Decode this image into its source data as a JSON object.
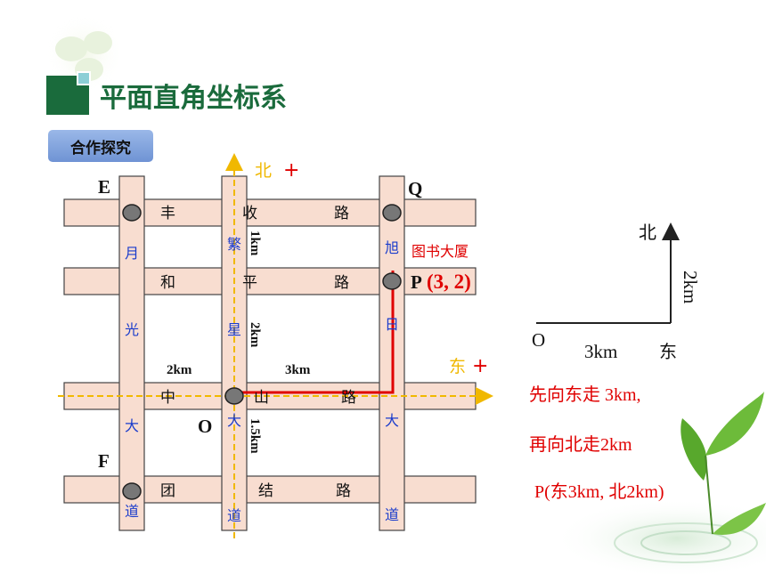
{
  "header": {
    "title": "平面直角坐标系",
    "badge": "合作探究"
  },
  "map": {
    "roads_horizontal": {
      "fengshou": [
        "丰",
        "收",
        "路"
      ],
      "heping": [
        "和",
        "平",
        "路"
      ],
      "zhongshan": [
        "中",
        "山",
        "路"
      ],
      "tuanjie": [
        "团",
        "结",
        "路"
      ]
    },
    "roads_vertical": {
      "yueguang": [
        "月",
        "光",
        "大",
        "道"
      ],
      "fanxing": [
        "繁",
        "星",
        "大",
        "道"
      ],
      "xuri": [
        "旭",
        "日",
        "大",
        "道"
      ]
    },
    "points": {
      "E": "E",
      "Q": "Q",
      "F": "F",
      "O": "O",
      "P": "P"
    },
    "p_coord": "(3, 2)",
    "library_label": "图书大厦",
    "axis_north": "北",
    "axis_east": "东",
    "plus": "+",
    "distances": {
      "west": "2km",
      "east": "3km",
      "north_top": "1km",
      "north_mid": "2km",
      "south": "1.5km"
    }
  },
  "compass": {
    "north": "北",
    "east": "东",
    "origin": "O",
    "x_dist": "3km",
    "y_dist": "2km"
  },
  "explanation": {
    "line1": "先向东走 3km,",
    "line2": "再向北走2km",
    "line3": "P(东3km, 北2km)"
  },
  "colors": {
    "road_fill": "#f8ddd0",
    "road_stroke": "#444444",
    "axis": "#f0b800",
    "path": "#e00000",
    "label_blue": "#1a3ccc",
    "title_green": "#1a6b3c"
  }
}
